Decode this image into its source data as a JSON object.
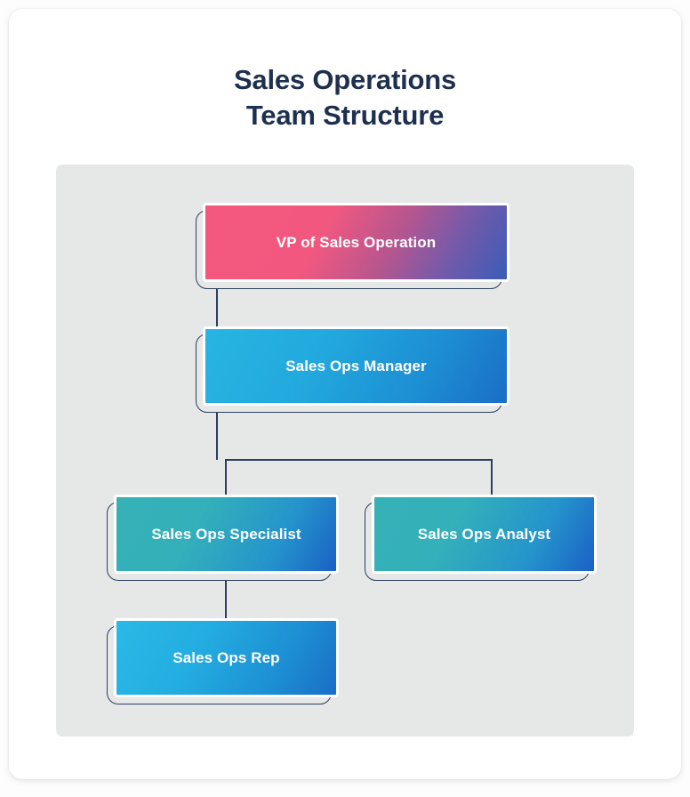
{
  "card": {
    "title_line1": "Sales Operations",
    "title_line2": "Team Structure"
  },
  "chart_data": {
    "type": "diagram",
    "diagram_kind": "organizational-chart",
    "title": "Sales Operations Team Structure",
    "orientation": "top-down",
    "levels": 4,
    "nodes": [
      {
        "id": "vp",
        "label": "VP of Sales Operation",
        "level": 1,
        "parent": null,
        "gradient_from": "#f4587f",
        "gradient_to": "#3a5cb8"
      },
      {
        "id": "manager",
        "label": "Sales Ops Manager",
        "level": 2,
        "parent": "vp",
        "gradient_from": "#28b5e2",
        "gradient_to": "#1a6ec6"
      },
      {
        "id": "specialist",
        "label": "Sales Ops Specialist",
        "level": 3,
        "parent": "manager",
        "gradient_from": "#36b1b6",
        "gradient_to": "#1a61c4"
      },
      {
        "id": "analyst",
        "label": "Sales Ops Analyst",
        "level": 3,
        "parent": "manager",
        "gradient_from": "#36b1b6",
        "gradient_to": "#1a61c4"
      },
      {
        "id": "rep",
        "label": "Sales Ops Rep",
        "level": 4,
        "parent": "specialist",
        "gradient_from": "#2ab9e6",
        "gradient_to": "#1a6ec6"
      }
    ],
    "edges": [
      {
        "from": "vp",
        "to": "manager"
      },
      {
        "from": "manager",
        "to": "specialist"
      },
      {
        "from": "manager",
        "to": "analyst"
      },
      {
        "from": "specialist",
        "to": "rep"
      }
    ],
    "colors": {
      "title_text": "#1e3050",
      "panel_background": "#e6e7e7",
      "card_background": "#ffffff",
      "connector": "#2b3f60",
      "node_outline": "#2b3f60",
      "node_label_text": "#ffffff"
    }
  }
}
